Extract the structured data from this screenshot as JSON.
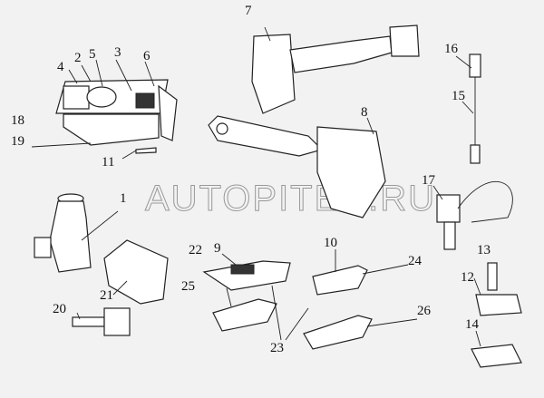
{
  "diagram": {
    "watermark": "AUTOPITER.RU",
    "labels": [
      "1",
      "2",
      "3",
      "4",
      "5",
      "6",
      "7",
      "8",
      "9",
      "10",
      "11",
      "12",
      "13",
      "14",
      "15",
      "16",
      "17",
      "18",
      "19",
      "20",
      "21",
      "22",
      "23",
      "24",
      "25",
      "26"
    ]
  }
}
